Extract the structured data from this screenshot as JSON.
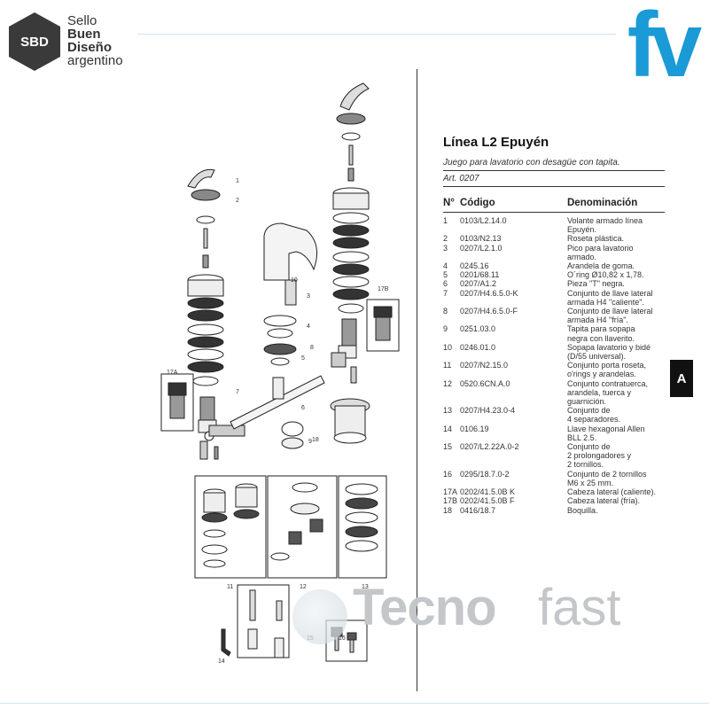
{
  "brand": {
    "sbd_badge": "SBD",
    "sbd_lines": [
      "Sello",
      "Buen",
      "Diseño",
      "argentino"
    ],
    "fv_logo": "fv",
    "accent_color": "#1a9ad6"
  },
  "product": {
    "title": "Línea L2 Epuyén",
    "subtitle": "Juego para lavatorio con desagüe con tapita.",
    "article": "Art. 0207"
  },
  "table": {
    "headers": {
      "n": "N°",
      "code": "Código",
      "denomination": "Denominación"
    },
    "rows": [
      {
        "n": "1",
        "code": "0103/L2.14.0",
        "den": [
          "Volante armado línea",
          "Epuyén."
        ]
      },
      {
        "n": "2",
        "code": "0103/N2.13",
        "den": [
          "Roseta plástica."
        ]
      },
      {
        "n": "3",
        "code": "0207/L2.1.0",
        "den": [
          "Pico para lavatorio",
          "armado."
        ]
      },
      {
        "n": "4",
        "code": "0245.16",
        "den": [
          "Arandela de goma."
        ]
      },
      {
        "n": "5",
        "code": "0201/68.11",
        "den": [
          "O´ring Ø10,82 x 1,78."
        ]
      },
      {
        "n": "6",
        "code": "0207/A1.2",
        "den": [
          "Pieza \"T\" negra."
        ]
      },
      {
        "n": "7",
        "code": "0207/H4.6.5.0-K",
        "den": [
          "Conjunto de llave lateral",
          "armada H4 \"caliente\"."
        ]
      },
      {
        "n": "8",
        "code": "0207/H4.6.5.0-F",
        "den": [
          "Conjunto de llave lateral",
          "armada H4 \"fría\"."
        ]
      },
      {
        "n": "9",
        "code": "0251.03.0",
        "den": [
          "Tapita para sopapa",
          "negra con llaverito."
        ]
      },
      {
        "n": "10",
        "code": "0246.01.0",
        "den": [
          "Sopapa lavatorio y bidé",
          "(D/55 universal)."
        ]
      },
      {
        "n": "11",
        "code": "0207/N2.15.0",
        "den": [
          "Conjunto porta roseta,",
          "o'rings y arandelas."
        ]
      },
      {
        "n": "12",
        "code": "0520.6CN.A.0",
        "den": [
          "Conjunto contratuerca,",
          "arandela, tuerca y",
          "guarnición."
        ]
      },
      {
        "n": "13",
        "code": "0207/H4.23.0-4",
        "den": [
          "Conjunto de",
          "4 separadores."
        ]
      },
      {
        "n": "14",
        "code": "0106.19",
        "den": [
          "Llave hexagonal Allen",
          "BLL 2.5."
        ]
      },
      {
        "n": "15",
        "code": "0207/L2.22A.0-2",
        "den": [
          "Conjunto de",
          "2 prolongadores y",
          "2 tornillos."
        ]
      },
      {
        "n": "16",
        "code": "0295/18.7.0-2",
        "den": [
          "Conjunto de 2 tornillos",
          "M6 x 25 mm."
        ]
      },
      {
        "n": "17A",
        "code": "0202/41.5.0B K",
        "den": [
          "Cabeza lateral (caliente)."
        ]
      },
      {
        "n": "17B",
        "code": "0202/41.5.0B F",
        "den": [
          "Cabeza lateral (fría)."
        ]
      },
      {
        "n": "18",
        "code": "0416/18.7",
        "den": [
          "Boquilla."
        ]
      }
    ]
  },
  "section_tab": "A",
  "watermark": {
    "part1": "Tecno",
    "part2": "fast"
  },
  "diagram_labels": {
    "l1": "1",
    "l2": "2",
    "l3": "3",
    "l4": "4",
    "l5": "5",
    "l6": "6",
    "l7": "7",
    "l8": "8",
    "l9": "9",
    "l10": "10",
    "l11": "11",
    "l12": "12",
    "l13": "13",
    "l14": "14",
    "l15": "15",
    "l16": "16",
    "l17a": "17A",
    "l17b": "17B",
    "l18": "18"
  }
}
